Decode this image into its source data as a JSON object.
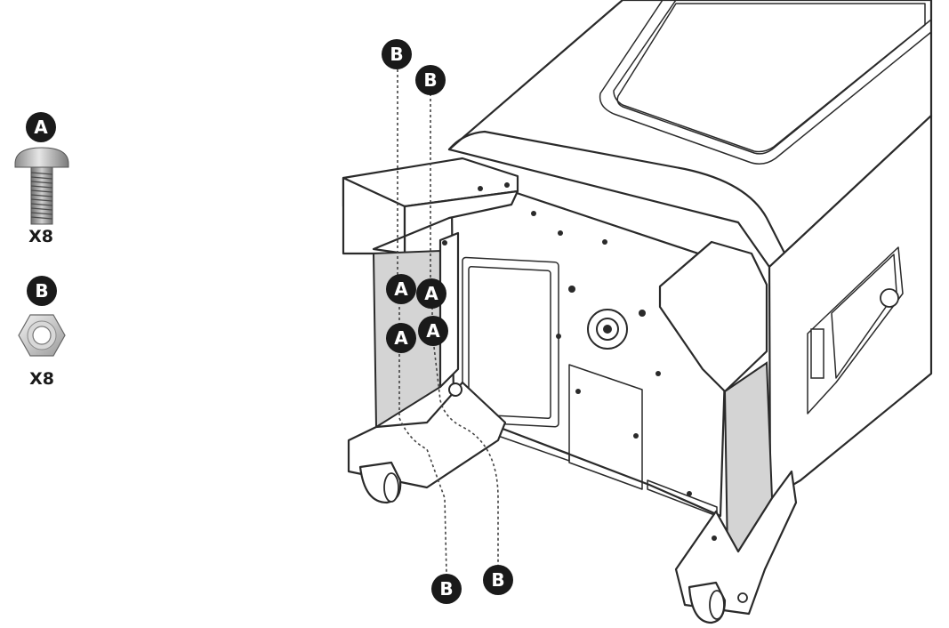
{
  "parts": {
    "bolt": {
      "letter": "A",
      "quantity": "X8",
      "icon": "bolt-icon"
    },
    "nut": {
      "letter": "B",
      "quantity": "X8",
      "icon": "hex-nut-icon"
    }
  },
  "callouts": {
    "bolt_letter": "A",
    "nut_letter": "B"
  },
  "colors": {
    "badge": "#1a1a1a",
    "badge_text": "#ffffff",
    "leg_shading": "#d4d4d4",
    "line": "#2a2a2a"
  }
}
